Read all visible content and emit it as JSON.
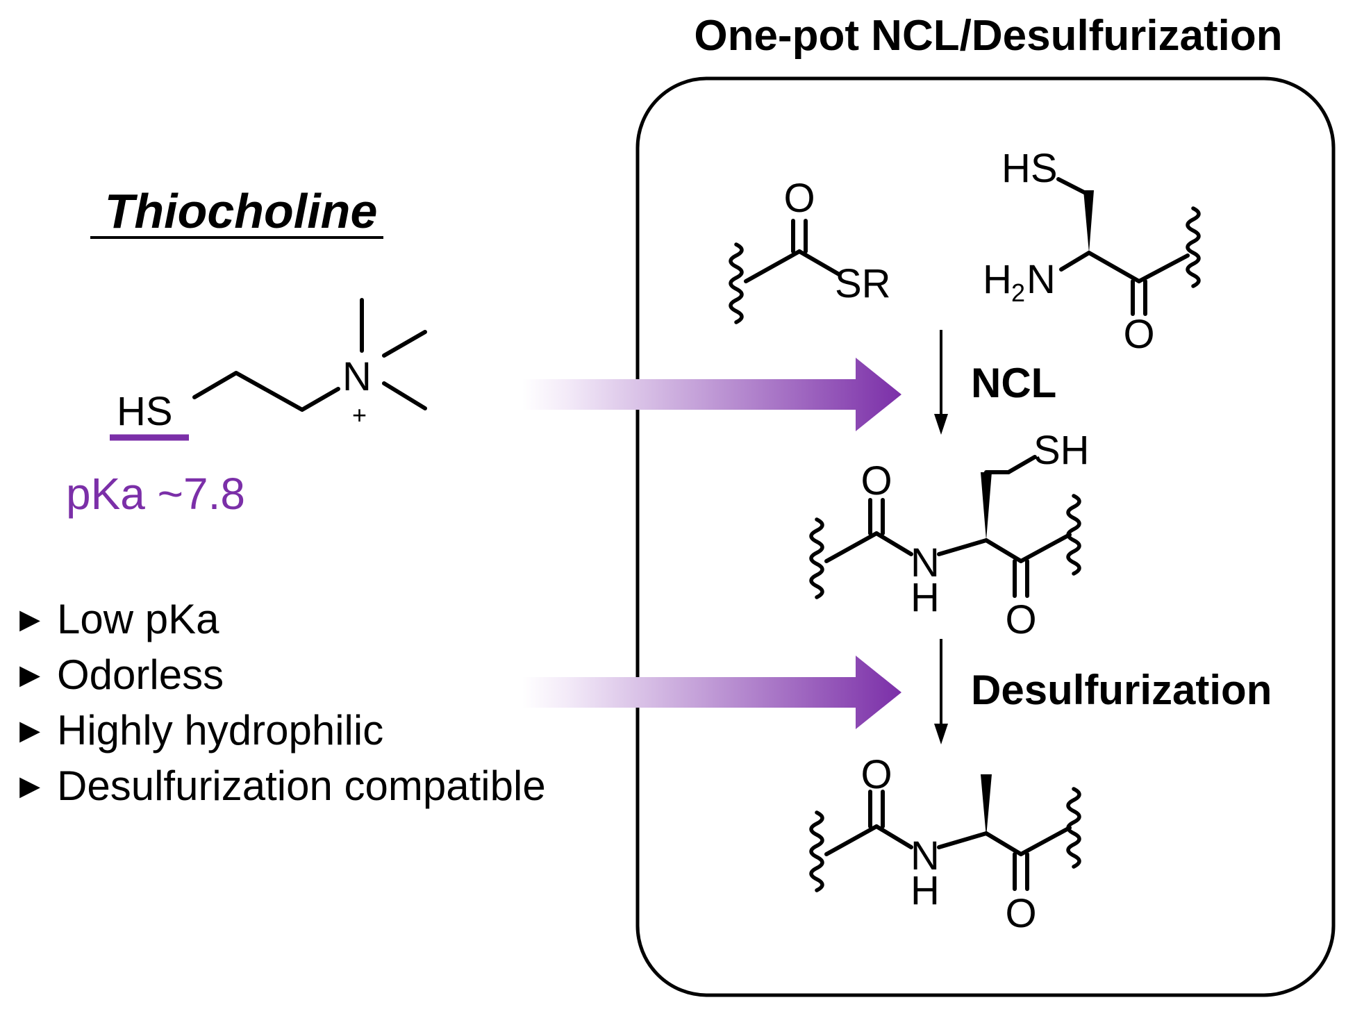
{
  "heading": "One-pot NCL/Desulfurization",
  "compound": {
    "title": "Thiocholine",
    "hs_label": "HS",
    "n_label": "N",
    "charge": "+",
    "pka_label": "pKa ~7.8"
  },
  "properties": [
    "Low pKa",
    "Odorless",
    "Highly hydrophilic",
    "Desulfurization compatible"
  ],
  "bullet_glyph": "▸",
  "steps": {
    "ncl": "NCL",
    "desulfurization": "Desulfurization"
  },
  "atoms": {
    "oxygen": "O",
    "thioester_sr": "SR",
    "hs": "HS",
    "h2n_h": "H",
    "h2n_2": "2",
    "h2n_n": "N",
    "sh": "SH",
    "n": "N",
    "h": "H"
  },
  "colors": {
    "accent_purple": "#7b2fa8",
    "arrow_start": "#f3eaf8",
    "arrow_end": "#7b2fa8",
    "text": "#000000",
    "box_stroke": "#000000"
  }
}
